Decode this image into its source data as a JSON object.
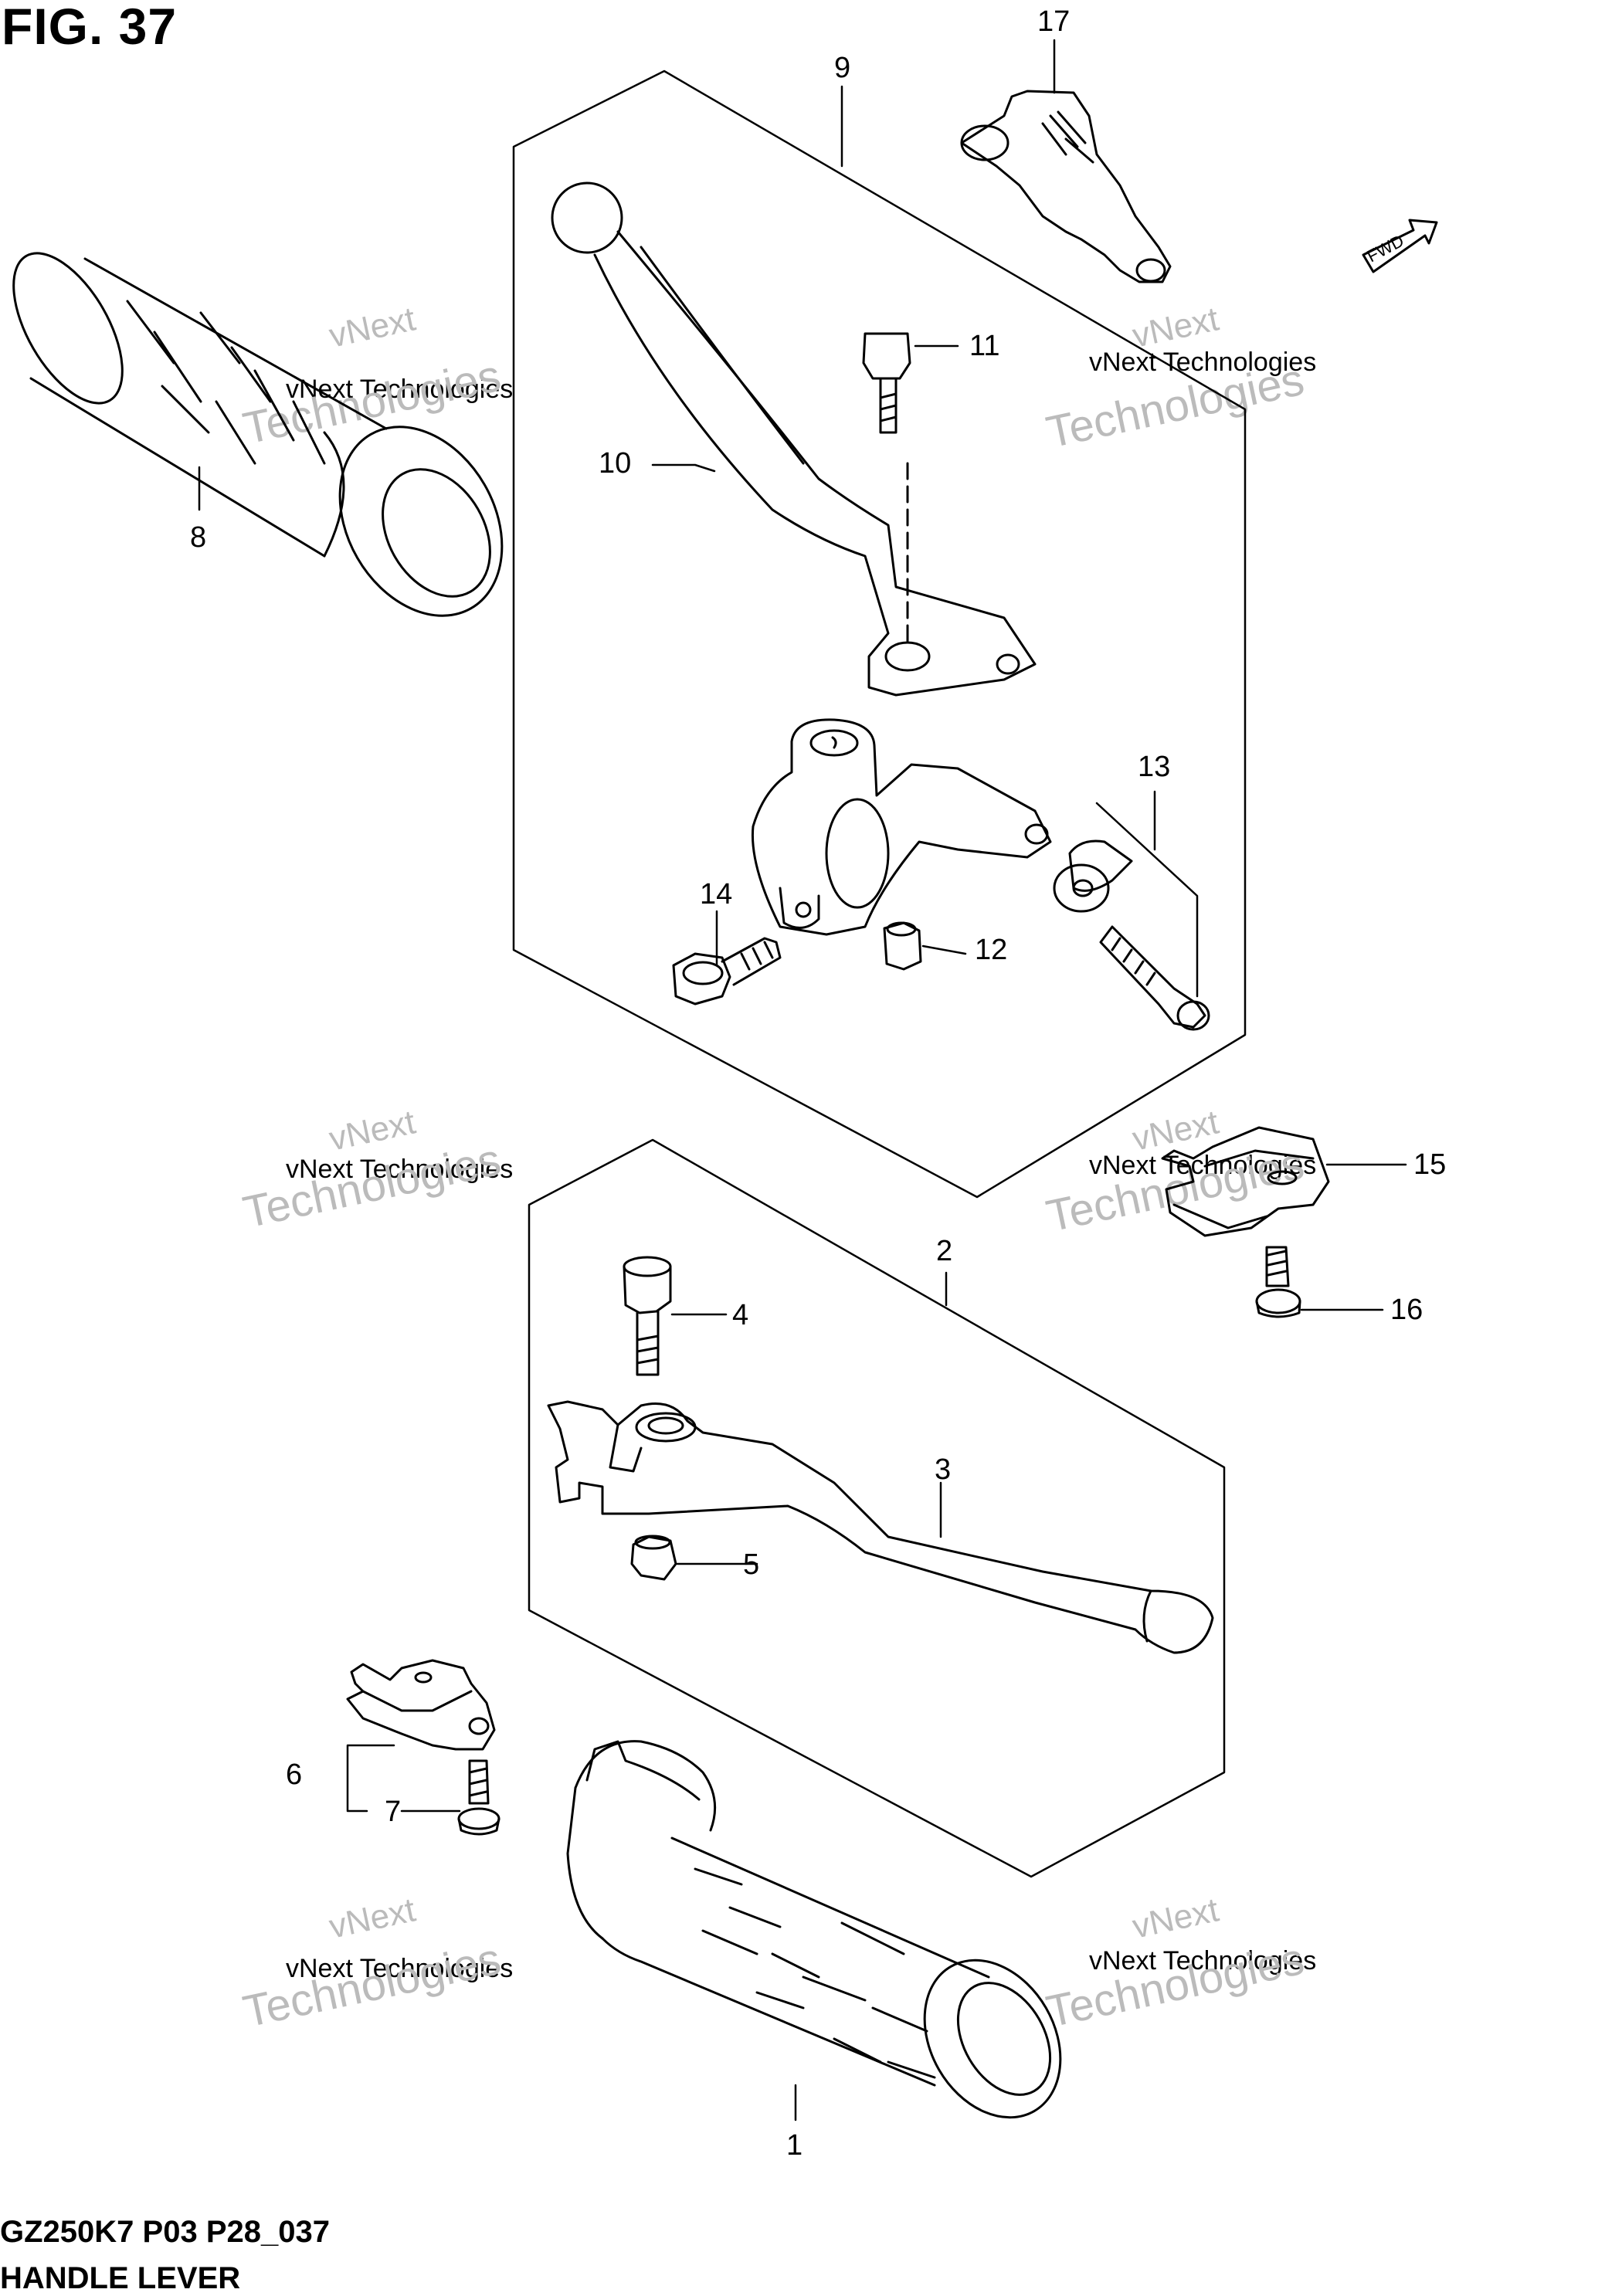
{
  "figure": {
    "title": "FIG. 37"
  },
  "diagram": {
    "code": "GZ250K7 P03 P28_037",
    "partname": "HANDLE LEVER",
    "fwd_label": "FWD",
    "callouts": [
      "1",
      "2",
      "3",
      "4",
      "5",
      "6",
      "7",
      "8",
      "9",
      "10",
      "11",
      "12",
      "13",
      "14",
      "15",
      "16",
      "17"
    ],
    "watermark": {
      "line1": "vNext",
      "line2": "vNext Technologies",
      "line3": "Technologies"
    }
  }
}
